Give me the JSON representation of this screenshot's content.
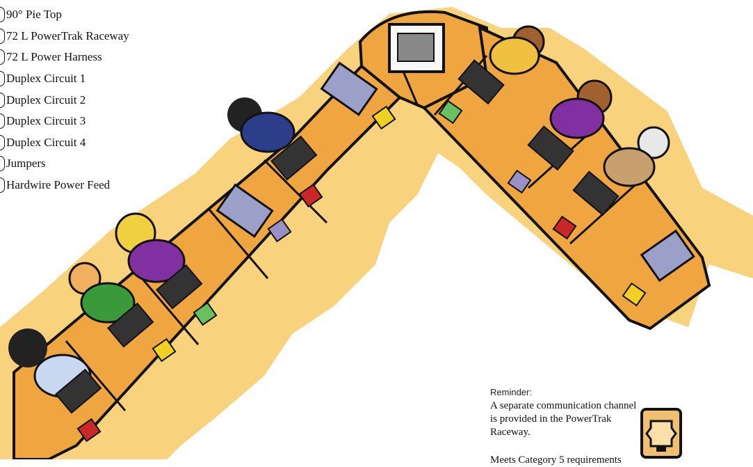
{
  "legend": [
    {
      "text": "90° Pie Top"
    },
    {
      "text": "72 L PowerTrak Raceway"
    },
    {
      "text": "72 L Power Harness"
    },
    {
      "text": "Duplex Circuit 1"
    },
    {
      "text": "Duplex Circuit 2"
    },
    {
      "text": "Duplex Circuit 3"
    },
    {
      "text": "Duplex Circuit 4"
    },
    {
      "text": "Jumpers"
    },
    {
      "text": "Hardwire Power Feed"
    }
  ],
  "reminder": {
    "label": "Reminder:",
    "body": "A separate communication channel is provided in the PowerTrak Raceway.",
    "cut_line": "Meets Category 5 requirements"
  },
  "colors": {
    "desk": "#f0a640",
    "floor_splash": "#f8d27c",
    "outline": "#111111",
    "marker_yellow": "#f0d020",
    "marker_red": "#c82828",
    "marker_purple": "#9a90c8",
    "marker_green": "#68c060"
  },
  "icons": {
    "jack": "ethernet-jack-icon"
  }
}
